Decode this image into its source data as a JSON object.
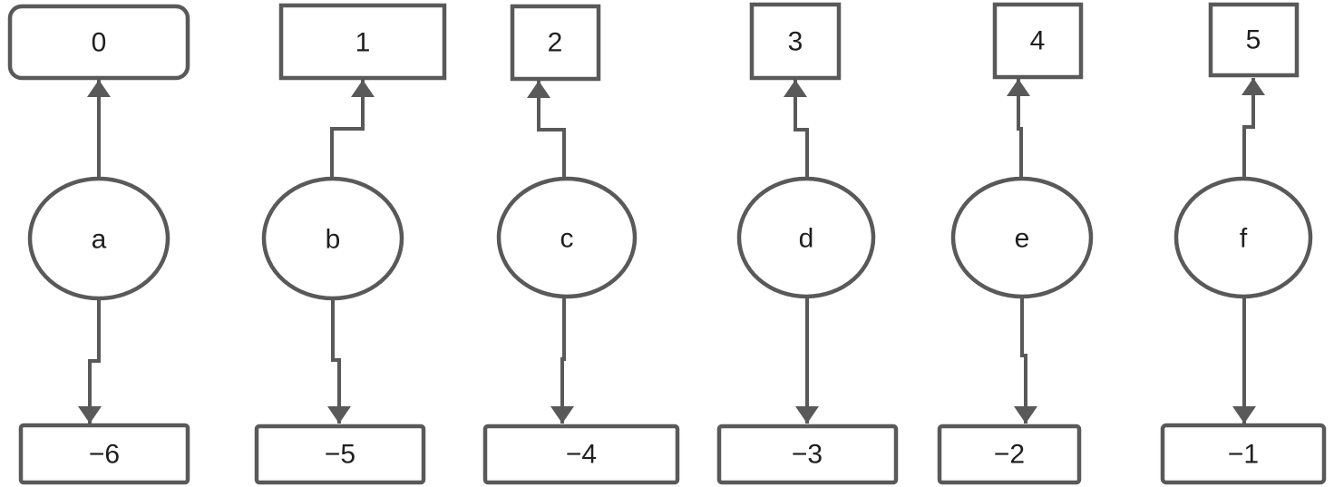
{
  "colors": {
    "stroke": "#595959",
    "text": "#1f1f1f",
    "background": "#ffffff"
  },
  "diagram": {
    "columns": [
      {
        "top_label": "0",
        "node_label": "a",
        "bottom_label": "−6"
      },
      {
        "top_label": "1",
        "node_label": "b",
        "bottom_label": "−5"
      },
      {
        "top_label": "2",
        "node_label": "c",
        "bottom_label": "−4"
      },
      {
        "top_label": "3",
        "node_label": "d",
        "bottom_label": "−3"
      },
      {
        "top_label": "4",
        "node_label": "e",
        "bottom_label": "−2"
      },
      {
        "top_label": "5",
        "node_label": "f",
        "bottom_label": "−1"
      }
    ]
  }
}
